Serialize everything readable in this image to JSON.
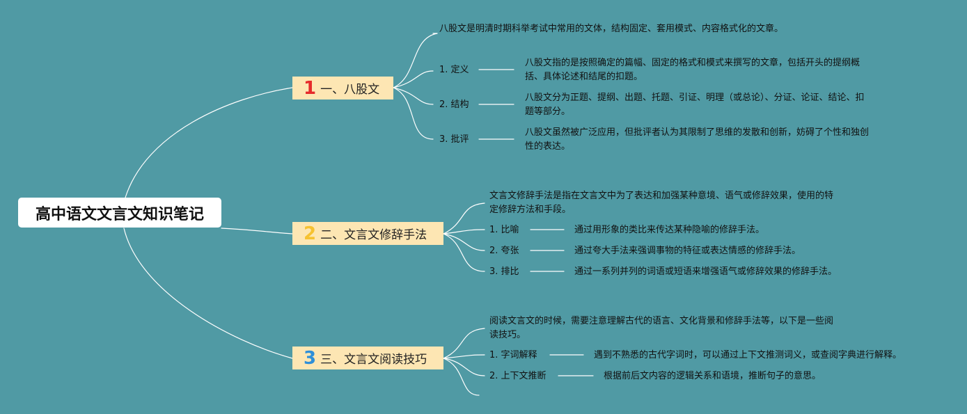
{
  "root": {
    "title": "高中语文文言文知识笔记"
  },
  "branches": [
    {
      "num": "1",
      "num_color": "#e62b2b",
      "title": "一、八股文",
      "intro": "八股文是明清时期科举考试中常用的文体，结构固定、套用模式、内容格式化的文章。",
      "items": [
        {
          "label": "1. 定义",
          "desc": "八股文指的是按照确定的篇幅、固定的格式和模式来撰写的文章，包括开头的提纲概括、具体论述和结尾的扣题。"
        },
        {
          "label": "2. 结构",
          "desc": "八股文分为正题、提纲、出题、托题、引证、明理（或总论）、分证、论证、结论、扣题等部分。"
        },
        {
          "label": "3. 批评",
          "desc": "八股文虽然被广泛应用，但批评者认为其限制了思维的发散和创新，妨碍了个性和独创性的表达。"
        }
      ]
    },
    {
      "num": "2",
      "num_color": "#f6c231",
      "title": "二、文言文修辞手法",
      "intro": "文言文修辞手法是指在文言文中为了表达和加强某种意境、语气或修辞效果，使用的特定修辞方法和手段。",
      "items": [
        {
          "label": "1. 比喻",
          "desc": "通过用形象的类比来传达某种隐喻的修辞手法。"
        },
        {
          "label": "2. 夸张",
          "desc": "通过夸大手法来强调事物的特征或表达情感的修辞手法。"
        },
        {
          "label": "3. 排比",
          "desc": "通过一系列并列的词语或短语来增强语气或修辞效果的修辞手法。"
        }
      ]
    },
    {
      "num": "3",
      "num_color": "#2f8fd8",
      "title": "三、文言文阅读技巧",
      "intro": "阅读文言文的时候，需要注意理解古代的语言、文化背景和修辞手法等，以下是一些阅读技巧。",
      "items": [
        {
          "label": "1. 字词解释",
          "desc": "遇到不熟悉的古代字词时，可以通过上下文推测词义，或查阅字典进行解释。"
        },
        {
          "label": "2. 上下文推断",
          "desc": "根据前后文内容的逻辑关系和语境，推断句子的意思。"
        }
      ]
    }
  ],
  "colors": {
    "background": "#509aa4",
    "line": "#ffffff",
    "branch_fill": "#fde6b3"
  }
}
